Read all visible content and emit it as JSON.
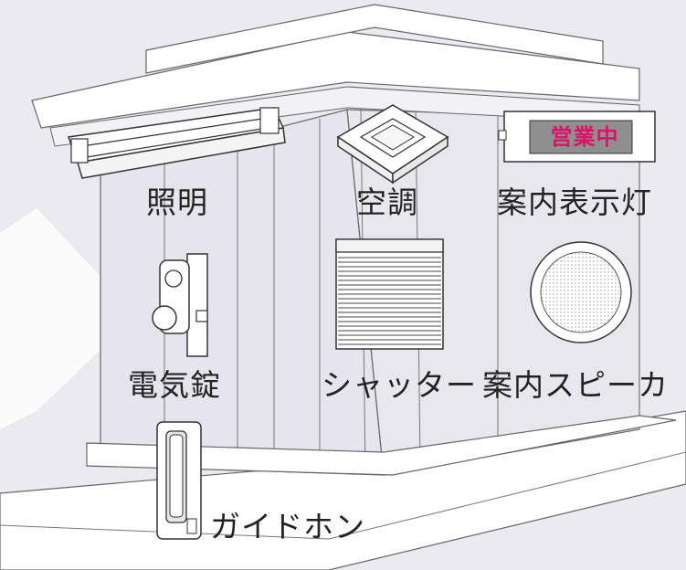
{
  "labels": {
    "lighting": "照明",
    "air_conditioning": "空調",
    "guide_sign": "案内表示灯",
    "electric_lock": "電気錠",
    "shutter": "シャッター",
    "guide_speaker": "案内スピーカ",
    "guide_phone": "ガイドホン"
  },
  "sign_display": {
    "text": "営業中",
    "color": "#e0106a"
  },
  "colors": {
    "background": "#eceaf1",
    "building": "#e4e2ea",
    "outline": "#555555"
  }
}
